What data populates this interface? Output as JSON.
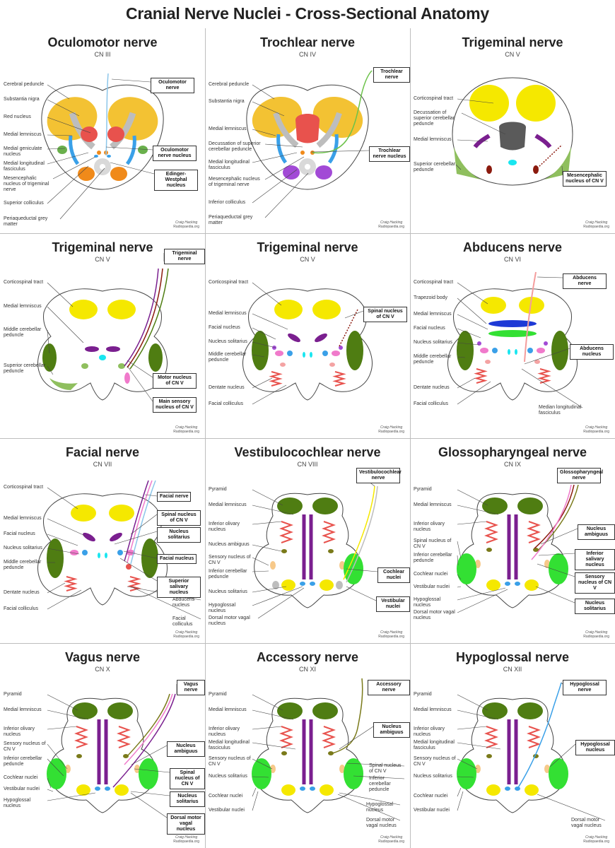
{
  "title": "Cranial Nerve Nuclei - Cross-Sectional Anatomy",
  "credit": {
    "author": "Craig Hacking",
    "site": "Radiopaedia.org"
  },
  "panels": [
    {
      "title": "Oculomotor nerve",
      "subtitle": "CN III",
      "labels": [
        "Cerebral peduncle",
        "Substantia nigra",
        "Red nucleus",
        "Medial lemniscus",
        "Medial geniculate nucleus",
        "Medial longitudinal fasciculus",
        "Mesencephalic nucleus of trigeminal nerve",
        "Superior colliculus",
        "Periaqueductal grey matter"
      ],
      "callouts": [
        "Oculomotor nerve",
        "Oculomotor nerve nucleus",
        "Edinger-Westphal nucleus"
      ]
    },
    {
      "title": "Trochlear nerve",
      "subtitle": "CN IV",
      "labels": [
        "Cerebral peduncle",
        "Substantia nigra",
        "Medial lemniscus",
        "Decussation of superior cerebellar peduncle",
        "Medial longitudinal fasciculus",
        "Mesencephalic nucleus of trigeminal nerve",
        "Inferior colliculus",
        "Periaqueductal grey matter"
      ],
      "callouts": [
        "Trochlear nerve",
        "Trochlear nerve nucleus"
      ]
    },
    {
      "title": "Trigeminal nerve",
      "subtitle": "CN V",
      "labels": [
        "Corticospinal tract",
        "Decussation of superior cerebellar peduncle",
        "Medial lemniscus",
        "Superior cerebellar peduncle"
      ],
      "callouts": [
        "Mesencephalic nucleus of CN V"
      ]
    },
    {
      "title": "Trigeminal nerve",
      "subtitle": "CN V",
      "labels": [
        "Corticospinal tract",
        "Medial lemniscus",
        "Middle cerebellar peduncle",
        "Superior cerebellar peduncle"
      ],
      "callouts": [
        "Trigeminal nerve",
        "Motor nucleus of CN V",
        "Main sensory nucleus of CN V"
      ]
    },
    {
      "title": "Trigeminal nerve",
      "subtitle": "CN V",
      "labels": [
        "Corticospinal tract",
        "Medial lemniscus",
        "Facial nucleus",
        "Nucleus solitarius",
        "Middle cerebellar peduncle",
        "Dentate nucleus",
        "Facial colliculus"
      ],
      "callouts": [
        "Spinal nucleus of CN V"
      ]
    },
    {
      "title": "Abducens nerve",
      "subtitle": "CN VI",
      "labels": [
        "Corticospinal tract",
        "Trapezoid body",
        "Medial lemniscus",
        "Facial nucleus",
        "Nucleus solitarius",
        "Middle cerebellar peduncle",
        "Dentate nucleus",
        "Facial colliculus",
        "Median longitudinal fasciculus"
      ],
      "callouts": [
        "Abducens nerve",
        "Abducens nucleus"
      ]
    },
    {
      "title": "Facial nerve",
      "subtitle": "CN VII",
      "labels": [
        "Corticospinal tract",
        "Medial lemniscus",
        "Facial nucleus",
        "Nucleus solitarius",
        "Middle cerebellar peduncle",
        "Dentate nucleus",
        "Facial colliculus",
        "Abducens nucleus",
        "Facial colliculus"
      ],
      "callouts": [
        "Facial nerve",
        "Spinal nucleus of CN V",
        "Nucleus solitarius",
        "Facial nucleus",
        "Superior salivary nucleus"
      ]
    },
    {
      "title": "Vestibulocochlear nerve",
      "subtitle": "CN VIII",
      "labels": [
        "Pyramid",
        "Medial lemniscus",
        "Inferior olivary nucleus",
        "Nucleus ambiguus",
        "Sensory nucleus of CN V",
        "Inferior cerebellar peduncle",
        "Nucleus solitarius",
        "Hypoglossal nucleus",
        "Dorsal motor vagal nucleus"
      ],
      "callouts": [
        "Vestibulocochlear nerve",
        "Cochlear nuclei",
        "Vestibular nuclei"
      ]
    },
    {
      "title": "Glossopharyngeal nerve",
      "subtitle": "CN IX",
      "labels": [
        "Pyramid",
        "Medial lemniscus",
        "Inferior olivary nucleus",
        "Spinal nucleus of CN V",
        "Inferior cerebellar peduncle",
        "Cochlear nuclei",
        "Vestibular nuclei",
        "Hypoglossal nucleus",
        "Dorsal motor vagal nucleus"
      ],
      "callouts": [
        "Glossopharyngeal nerve",
        "Nucleus ambiguus",
        "Inferior salivary nucleus",
        "Sensory nucleus of CN V",
        "Nucleus solitarius"
      ]
    },
    {
      "title": "Vagus nerve",
      "subtitle": "CN X",
      "labels": [
        "Pyramid",
        "Medial lemniscus",
        "Inferior olivary nucleus",
        "Sensory nucleus of CN V",
        "Inferior cerebellar peduncle",
        "Cochlear nuclei",
        "Vestibular nuclei",
        "Hypoglossal nucleus"
      ],
      "callouts": [
        "Vagus nerve",
        "Nucleus ambiguus",
        "Spinal nucleus of CN V",
        "Nucleus solitarius",
        "Dorsal motor vagal nucleus"
      ]
    },
    {
      "title": "Accessory nerve",
      "subtitle": "CN XI",
      "labels": [
        "Pyramid",
        "Medial lemniscus",
        "Inferior olivary nucleus",
        "Medial longitudinal fasciculus",
        "Sensory nucleus of CN V",
        "Nucleus solitarius",
        "Cochlear nuclei",
        "Vestibular nuclei",
        "Spinal nucleus of CN V",
        "Inferior cerebellar peduncle",
        "Hypoglossal nucleus",
        "Dorsal motor vagal nucleus"
      ],
      "callouts": [
        "Accessory nerve",
        "Nucleus ambiguus"
      ]
    },
    {
      "title": "Hypoglossal nerve",
      "subtitle": "CN XII",
      "labels": [
        "Pyramid",
        "Medial lemniscus",
        "Inferior olivary nucleus",
        "Medial longitudinal fasciculus",
        "Sensory nucleus of CN V",
        "Nucleus solitarius",
        "Cochlear nuclei",
        "Vestibular nuclei",
        "Dorsal motor vagal nucleus"
      ],
      "callouts": [
        "Hypoglossal nerve",
        "Hypoglossal nucleus"
      ]
    }
  ]
}
